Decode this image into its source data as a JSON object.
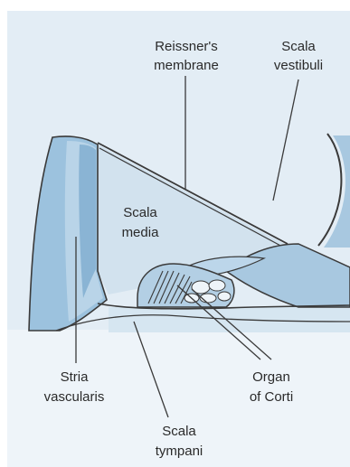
{
  "labels": {
    "reissners_1": "Reissner's",
    "reissners_2": "membrane",
    "scala_vestibuli_1": "Scala",
    "scala_vestibuli_2": "vestibuli",
    "scala_media_1": "Scala",
    "scala_media_2": "media",
    "stria_1": "Stria",
    "stria_2": "vascularis",
    "organ_1": "Organ",
    "organ_2": "of Corti",
    "scala_tympani_1": "Scala",
    "scala_tympani_2": "tympani"
  },
  "colors": {
    "background": "#e3edf5",
    "light_fluid": "#ccdde9",
    "tissue_blue": "#a8c8e0",
    "tissue_mid": "#8fb8d6",
    "outline": "#3a3a3a",
    "label_text": "#2a2a2a"
  }
}
